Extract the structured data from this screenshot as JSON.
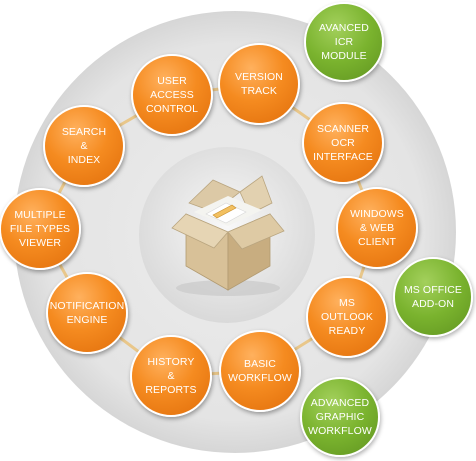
{
  "colors": {
    "core_feature": "#f58b20",
    "add_on": "#7ab32e",
    "ring": "#e3e3e3",
    "connector": "#e9c78a"
  },
  "center": {
    "icon": "open-box-icon"
  },
  "core_features": [
    {
      "id": "user-access-control",
      "label": "USER\nACCESS\nCONTROL"
    },
    {
      "id": "version-track",
      "label": "VERSION\nTRACK"
    },
    {
      "id": "scanner-ocr-interface",
      "label": "SCANNER\nOCR\nINTERFACE"
    },
    {
      "id": "windows-web-client",
      "label": "WINDOWS\n& WEB\nCLIENT"
    },
    {
      "id": "ms-outlook-ready",
      "label": "MS\nOUTLOOK\nREADY"
    },
    {
      "id": "basic-workflow",
      "label": "BASIC\nWORKFLOW"
    },
    {
      "id": "history-reports",
      "label": "HISTORY\n&\nREPORTS"
    },
    {
      "id": "notification-engine",
      "label": "NOTIFICATION\nENGINE"
    },
    {
      "id": "multiple-file-types-viewer",
      "label": "MULTIPLE\nFILE TYPES\nVIEWER"
    },
    {
      "id": "search-index",
      "label": "SEARCH\n&\nINDEX"
    }
  ],
  "add_ons": [
    {
      "id": "advanced-icr-module",
      "label": "AVANCED\nICR\nMODULE"
    },
    {
      "id": "ms-office-add-on",
      "label": "MS OFFICE\nADD-ON"
    },
    {
      "id": "advanced-graphic-workflow",
      "label": "ADVANCED\nGRAPHIC\nWORKFLOW"
    }
  ]
}
